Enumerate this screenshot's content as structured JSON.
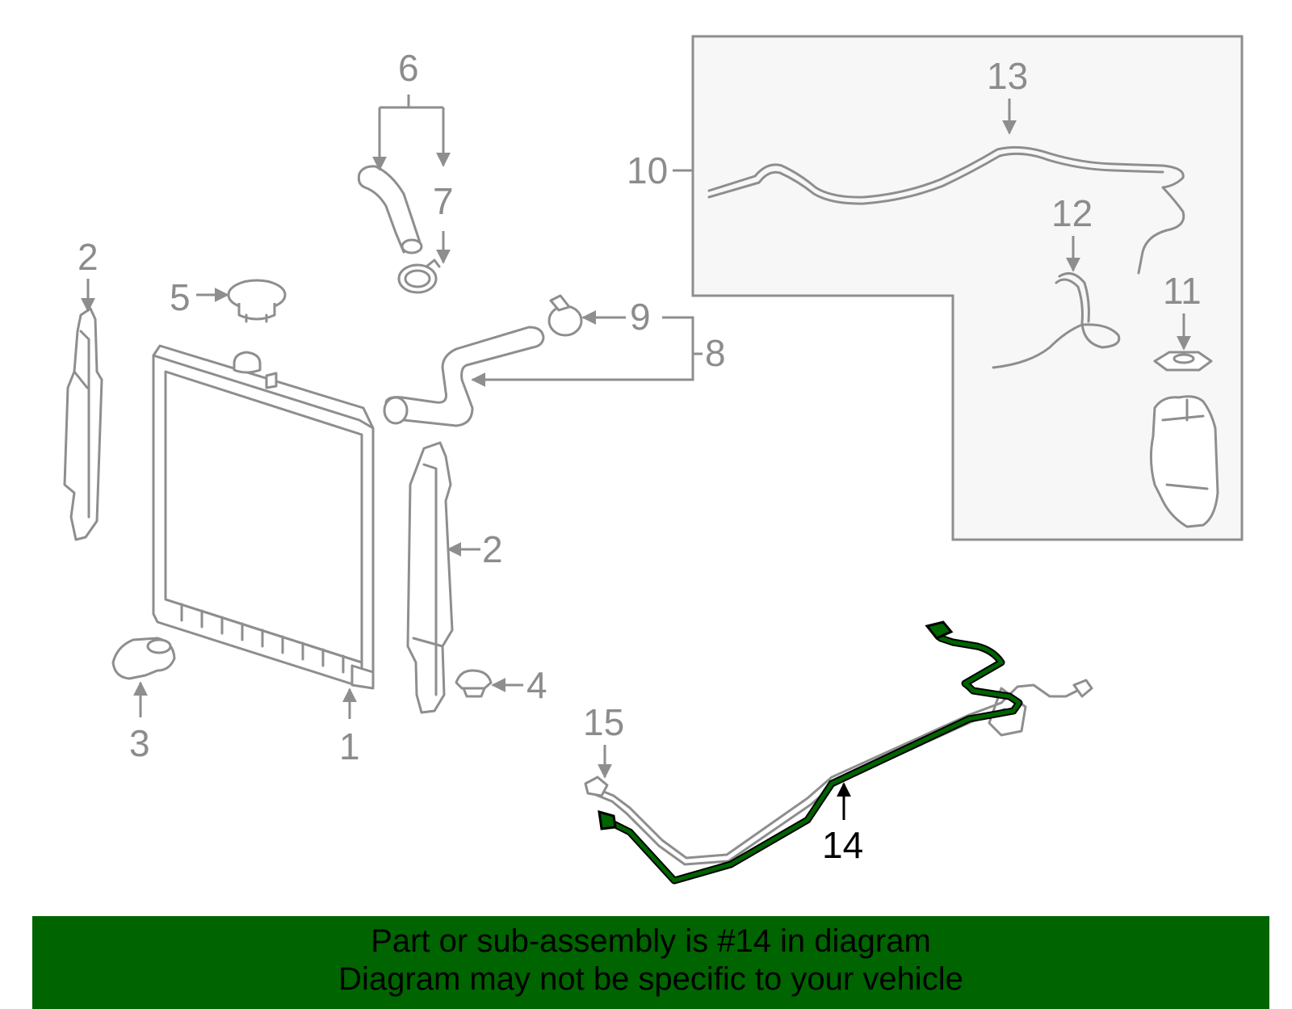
{
  "labels": {
    "l1": "1",
    "l2a": "2",
    "l2b": "2",
    "l3": "3",
    "l4": "4",
    "l5": "5",
    "l6": "6",
    "l7": "7",
    "l8": "8",
    "l9": "9",
    "l10": "10",
    "l11": "11",
    "l12": "12",
    "l13": "13",
    "l14": "14",
    "l15": "15"
  },
  "highlighted_part": "14",
  "colors": {
    "highlight": "#006400",
    "line_art": "#8e8e8e",
    "inset_background": "#f7f7f7",
    "caption_background": "#006400"
  },
  "caption": {
    "line1": "Part or sub-assembly is #14 in diagram",
    "line2": "Diagram may not be specific to your vehicle"
  }
}
